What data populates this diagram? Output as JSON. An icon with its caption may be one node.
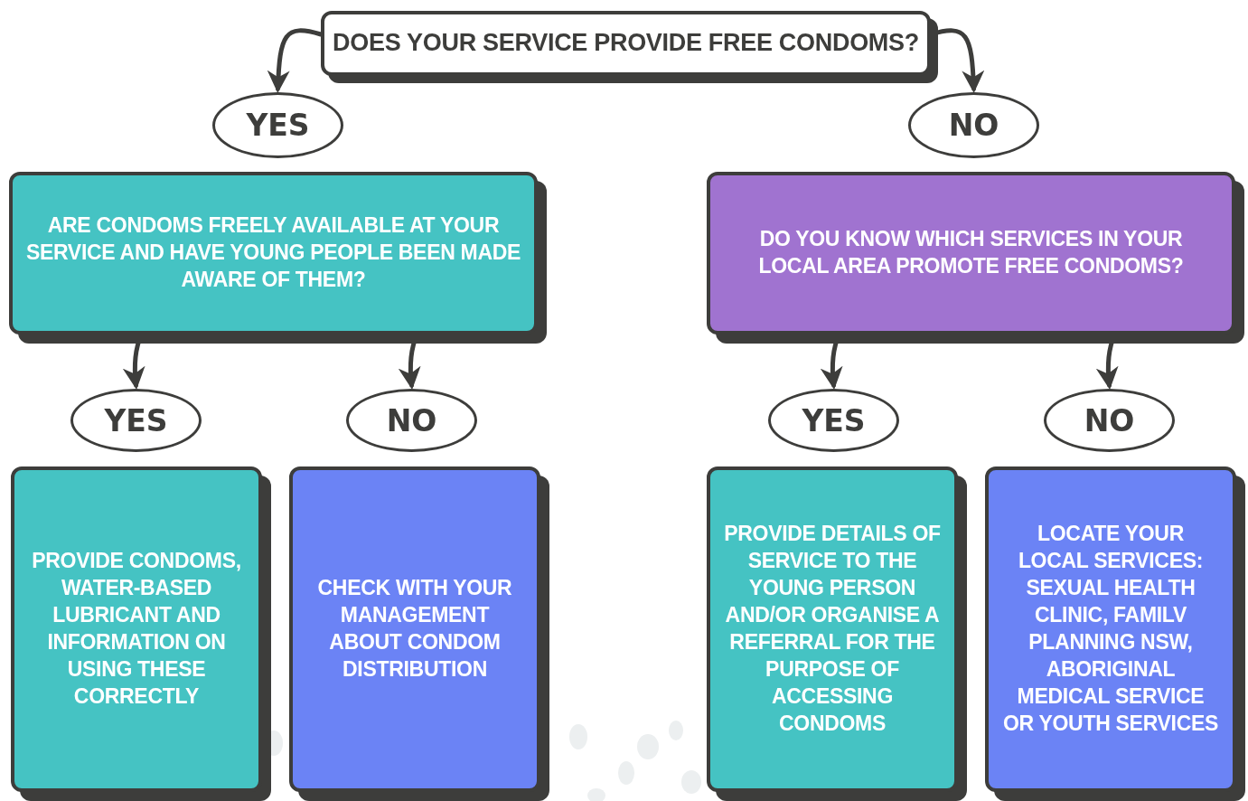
{
  "diagram": {
    "nodes": [
      {
        "text": [
          "DOES YOUR SERVICE PROVIDE FREE CONDOMS?"
        ]
      },
      {
        "text": [
          "YES"
        ]
      },
      {
        "text": [
          "NO"
        ]
      },
      {
        "text": [
          "ARE CONDOMS FREELY AVAILABLE AT YOUR SERVICE AND HAVE YOUNG PEOPLE BEEN MADE AWARE OF THEM?"
        ]
      },
      {
        "text": [
          "DO YOU KNOW WHICH SERVICES IN YOUR LOCAL AREA PROMOTE FREE CONDOMS?"
        ]
      },
      {
        "text": [
          "YES"
        ]
      },
      {
        "text": [
          "NO"
        ]
      },
      {
        "text": [
          "YES"
        ]
      },
      {
        "text": [
          "NO"
        ]
      },
      {
        "text": [
          "PROVIDE CONDOMS, WATER-BASED LUBRICANT AND INFORMATION ON USING THESE CORRECTLY"
        ]
      },
      {
        "text": [
          "CHECK WITH YOUR MANAGEMENT ABOUT CONDOM DISTRIBUTION"
        ]
      },
      {
        "text": [
          "PROVIDE DETAILS OF SERVICE TO THE YOUNG PERSON AND/OR ORGANISE A REFERRAL FOR THE PURPOSE OF ACCESSING CONDOMS"
        ]
      },
      {
        "text": [
          "LOCATE YOUR LOCAL SERVICES: SEXUAL HEALTH CLINIC, FAMILV PLANNING NSW, ABORIGINAL MEDICAL SERVICE OR YOUTH SERVICES"
        ]
      }
    ],
    "edges": [
      {
        "from": 0,
        "to": 1,
        "arrow": "to"
      },
      {
        "from": 0,
        "to": 2,
        "arrow": "to"
      },
      {
        "from": 3,
        "to": 5,
        "arrow": "to"
      },
      {
        "from": 3,
        "to": 6,
        "arrow": "to"
      },
      {
        "from": 4,
        "to": 7,
        "arrow": "to"
      },
      {
        "from": 4,
        "to": 8,
        "arrow": "to"
      }
    ]
  }
}
